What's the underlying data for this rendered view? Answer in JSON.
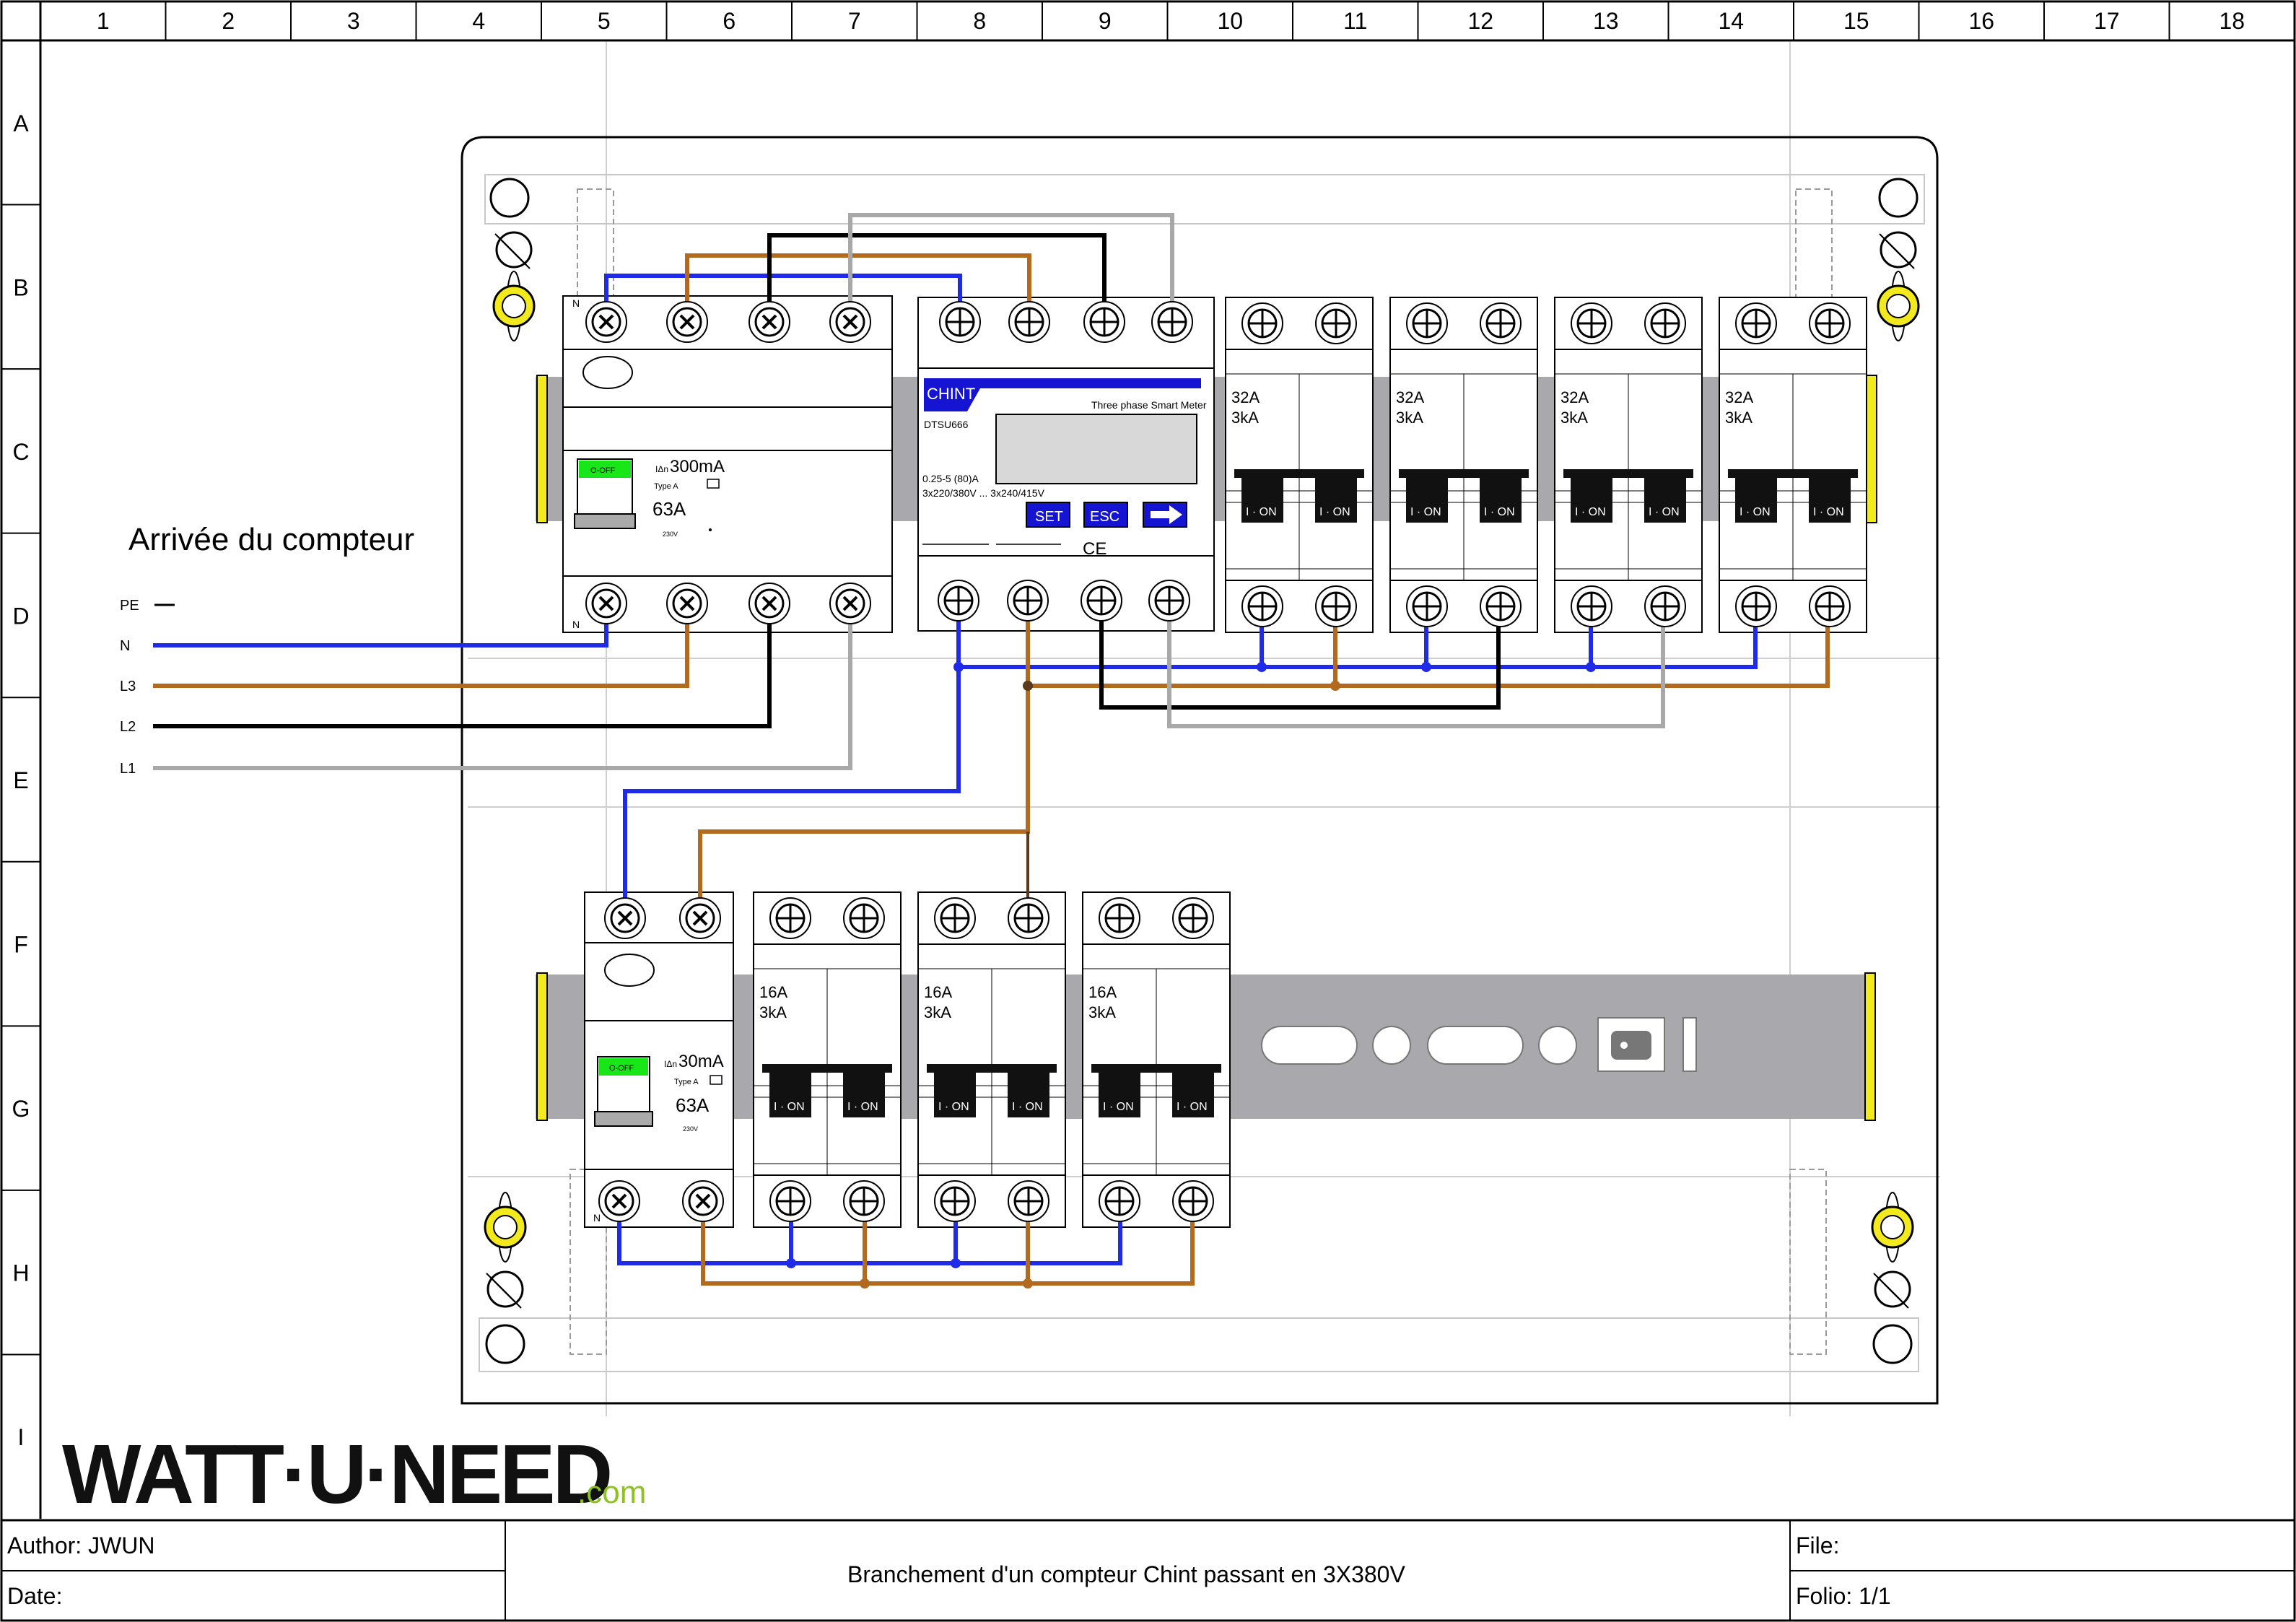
{
  "grid": {
    "columns": [
      "1",
      "2",
      "3",
      "4",
      "5",
      "6",
      "7",
      "8",
      "9",
      "10",
      "11",
      "12",
      "13",
      "14",
      "15",
      "16",
      "17",
      "18"
    ],
    "rows": [
      "A",
      "B",
      "C",
      "D",
      "E",
      "F",
      "G",
      "H",
      "I"
    ]
  },
  "incoming": {
    "title": "Arrivée du compteur",
    "lines": [
      {
        "label": "PE",
        "color": "#000000"
      },
      {
        "label": "N",
        "color": "#1f2be8"
      },
      {
        "label": "L3",
        "color": "#b36a1e"
      },
      {
        "label": "L2",
        "color": "#000000"
      },
      {
        "label": "L1",
        "color": "#a8a8a8"
      }
    ]
  },
  "rcd_main": {
    "n_top": "N",
    "n_bottom": "N",
    "switch": "O-OFF",
    "idn_prefix": "IΔn",
    "idn": "300mA",
    "type": "Type A",
    "rating": "63A",
    "voltage": "230V"
  },
  "meter": {
    "brand": "CHINT",
    "tagline": "Three phase Smart Meter",
    "model": "DTSU666",
    "current": "0.25-5 (80)A",
    "voltage": "3x220/380V ... 3x240/415V",
    "buttons": [
      "SET",
      "ESC"
    ],
    "mark": "CE"
  },
  "breakers_top": [
    {
      "rating": "32A",
      "breaking": "3kA",
      "switch": "I · ON"
    },
    {
      "rating": "32A",
      "breaking": "3kA",
      "switch": "I · ON"
    },
    {
      "rating": "32A",
      "breaking": "3kA",
      "switch": "I · ON"
    },
    {
      "rating": "32A",
      "breaking": "3kA",
      "switch": "I · ON"
    }
  ],
  "rcd_sub": {
    "n_bottom": "N",
    "switch": "O-OFF",
    "idn_prefix": "IΔn",
    "idn": "30mA",
    "type": "Type A",
    "rating": "63A",
    "voltage": "230V"
  },
  "breakers_bottom": [
    {
      "rating": "16A",
      "breaking": "3kA",
      "switch": "I · ON"
    },
    {
      "rating": "16A",
      "breaking": "3kA",
      "switch": "I · ON"
    },
    {
      "rating": "16A",
      "breaking": "3kA",
      "switch": "I · ON"
    }
  ],
  "logo": {
    "text": "WATT·U·NEED",
    "suffix": ".com"
  },
  "footer": {
    "author": "Author: JWUN",
    "date": "Date:",
    "title": "Branchement d'un compteur Chint passant en 3X380V",
    "file": "File:",
    "folio": "Folio: 1/1"
  },
  "colors": {
    "neutral": "#1f2be8",
    "l3": "#b36a1e",
    "l2": "#000000",
    "l1": "#a8a8a8",
    "rail": "#a9a9ad",
    "end_stop": "#f2ea1c",
    "off_green": "#19e619",
    "meter_blue": "#1414d2"
  }
}
